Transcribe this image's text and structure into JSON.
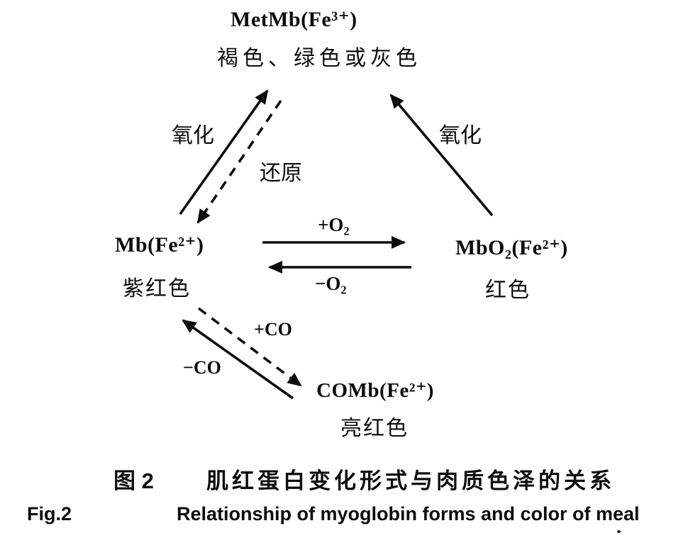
{
  "figure": {
    "nodes": {
      "metmb": {
        "formula": "MetMb(Fe³⁺)",
        "color_label": "褐色、绿色或灰色"
      },
      "mb": {
        "formula": "Mb(Fe²⁺)",
        "color_label": "紫红色"
      },
      "mbo2": {
        "formula": "MbO₂(Fe²⁺)",
        "color_label": "红色"
      },
      "comb": {
        "formula": "COMb(Fe²⁺)",
        "color_label": "亮红色"
      }
    },
    "edges": {
      "left_oxidation": "氧化",
      "left_reduction": "还原",
      "right_oxidation": "氧化",
      "plus_o2": "+O₂",
      "minus_o2": "−O₂",
      "plus_co": "+CO",
      "minus_co": "−CO"
    },
    "caption_zh": {
      "label": "图 2",
      "title": "肌红蛋白变化形式与肉质色泽的关系"
    },
    "caption_en": {
      "label": "Fig.2",
      "title": "Relationship of myoglobin forms and color of meal"
    }
  },
  "colors": {
    "ink": "#0d0d0d",
    "background": "#ffffff"
  }
}
